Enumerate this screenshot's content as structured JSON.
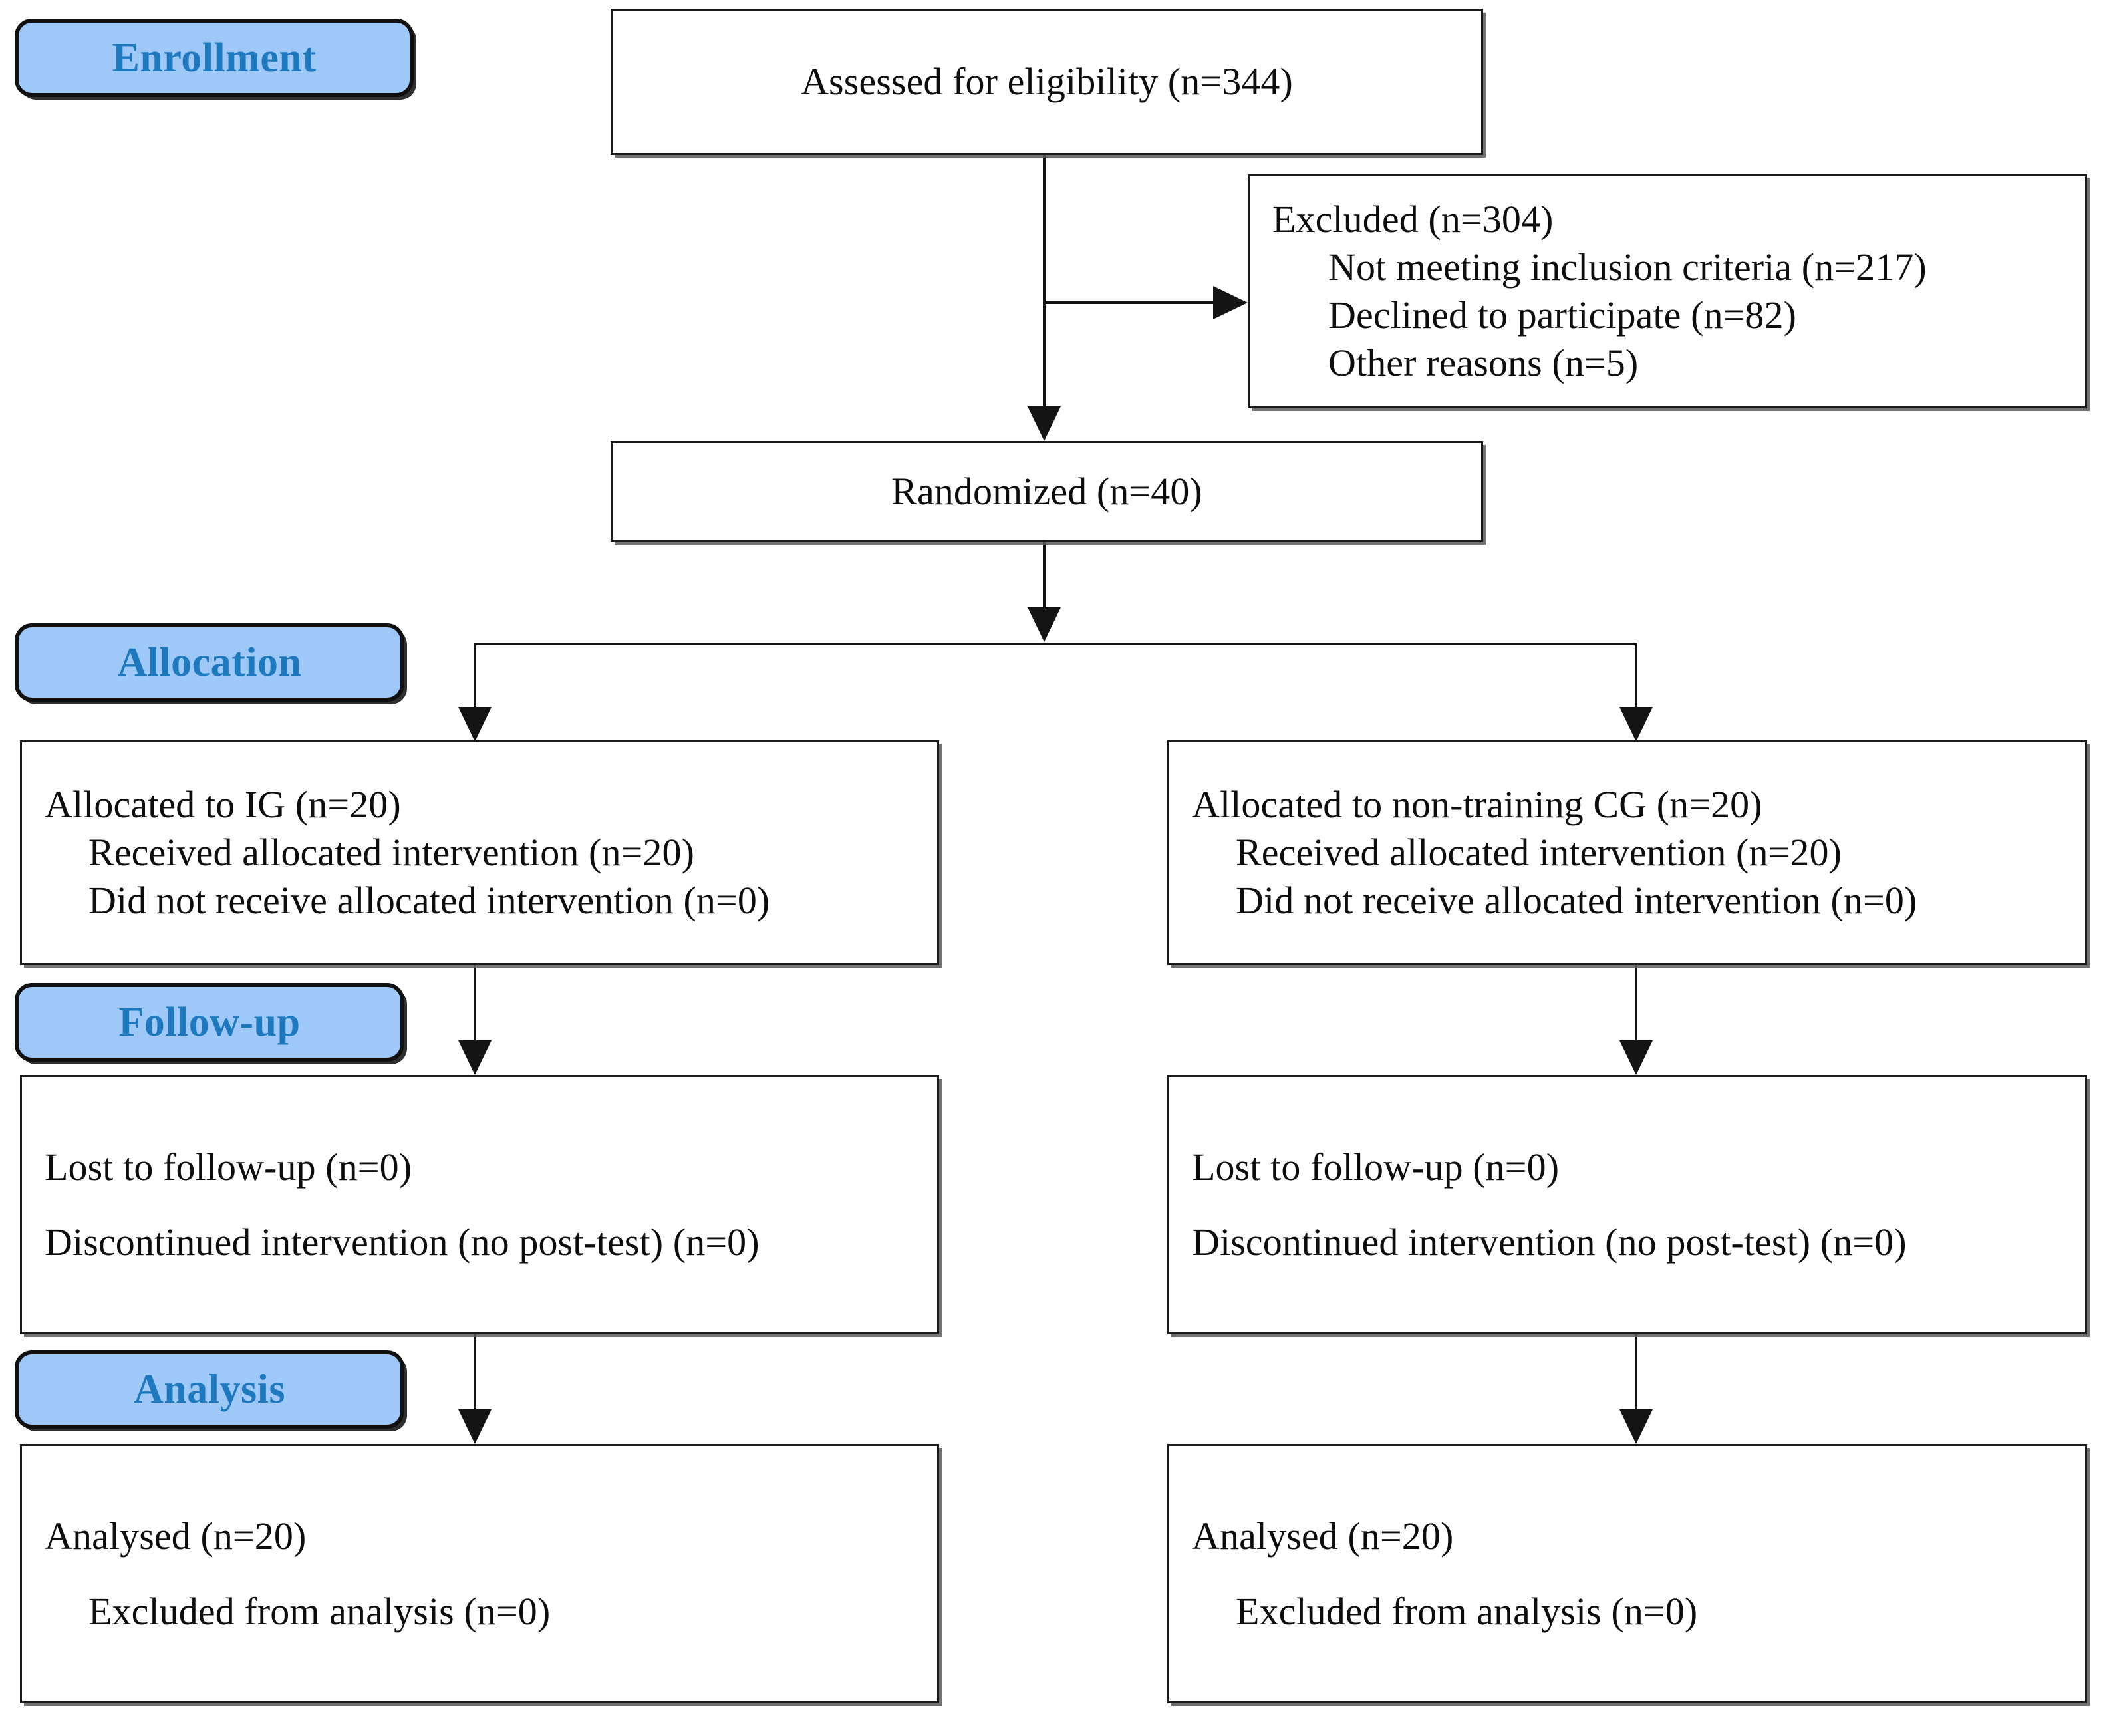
{
  "diagram": {
    "title": "CONSORT participant flow diagram",
    "accent_blue_fill": "#9EC8F7",
    "accent_blue_text": "#1E78BE",
    "border_color": "#141414"
  },
  "stages": {
    "enrollment": "Enrollment",
    "allocation": "Allocation",
    "followup": "Follow-up",
    "analysis": "Analysis"
  },
  "enrollment": {
    "assessed": "Assessed for eligibility (n=344)",
    "excluded": {
      "heading": "Excluded (n=304)",
      "reasons": [
        "Not meeting inclusion criteria (n=217)",
        "Declined to participate (n=82)",
        "Other reasons (n=5)"
      ]
    },
    "randomized": "Randomized (n=40)"
  },
  "left_arm": {
    "allocation": {
      "heading": "Allocated to IG (n=20)",
      "details": [
        "Received allocated intervention (n=20)",
        "Did not receive allocated intervention (n=0)"
      ]
    },
    "followup": {
      "lines": [
        "Lost to follow-up (n=0)",
        "Discontinued intervention (no post-test) (n=0)"
      ]
    },
    "analysis": {
      "heading": "Analysed (n=20)",
      "details": [
        "Excluded from analysis (n=0)"
      ]
    }
  },
  "right_arm": {
    "allocation": {
      "heading": "Allocated to non-training CG (n=20)",
      "details": [
        "Received allocated intervention (n=20)",
        "Did not receive allocated intervention (n=0)"
      ]
    },
    "followup": {
      "lines": [
        "Lost to follow-up (n=0)",
        "Discontinued intervention (no post-test) (n=0)"
      ]
    },
    "analysis": {
      "heading": "Analysed (n=20)",
      "details": [
        "Excluded from analysis (n=0)"
      ]
    }
  }
}
